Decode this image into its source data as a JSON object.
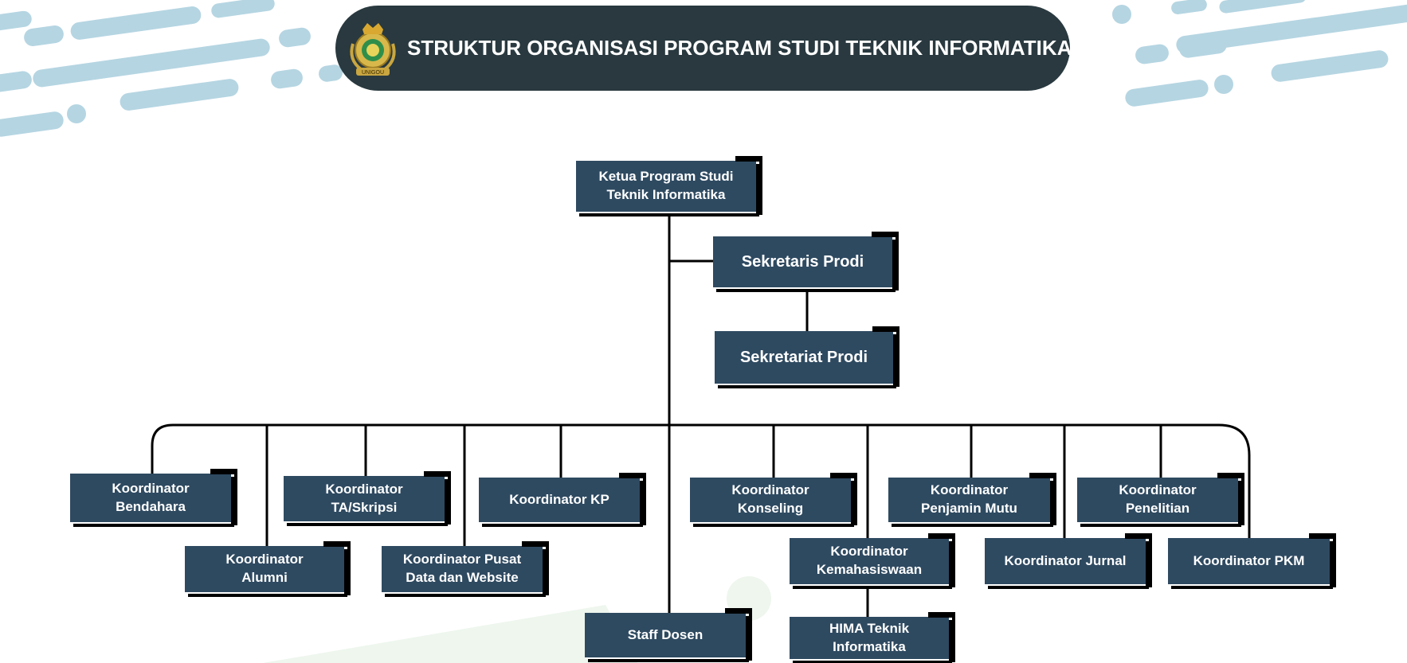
{
  "header": {
    "title": "STRUKTUR ORGANISASI PROGRAM STUDI TEKNIK INFORMATIKA",
    "logo_text": "UNIGOU"
  },
  "colors": {
    "header_bg": "#29393f",
    "box_bg": "#2e4a61",
    "deco_blue": "#b5d5e2",
    "deco_green": "#eef6ee"
  },
  "nodes": {
    "ketua": "Ketua Program Studi\nTeknik Informatika",
    "sekretaris": "Sekretaris Prodi",
    "sekretariat": "Sekretariat Prodi",
    "bendahara": "Koordinator\nBendahara",
    "alumni": "Koordinator\nAlumni",
    "ta": "Koordinator\nTA/Skripsi",
    "pusat_data": "Koordinator Pusat\nData dan Website",
    "kp": "Koordinator KP",
    "staff": "Staff Dosen",
    "konseling": "Koordinator\nKonseling",
    "kemahasiswaan": "Koordinator\nKemahasiswaan",
    "hima": "HIMA Teknik\nInformatika",
    "penjamin": "Koordinator\nPenjamin Mutu",
    "jurnal": "Koordinator Jurnal",
    "penelitian": "Koordinator\nPenelitian",
    "pkm": "Koordinator PKM"
  }
}
